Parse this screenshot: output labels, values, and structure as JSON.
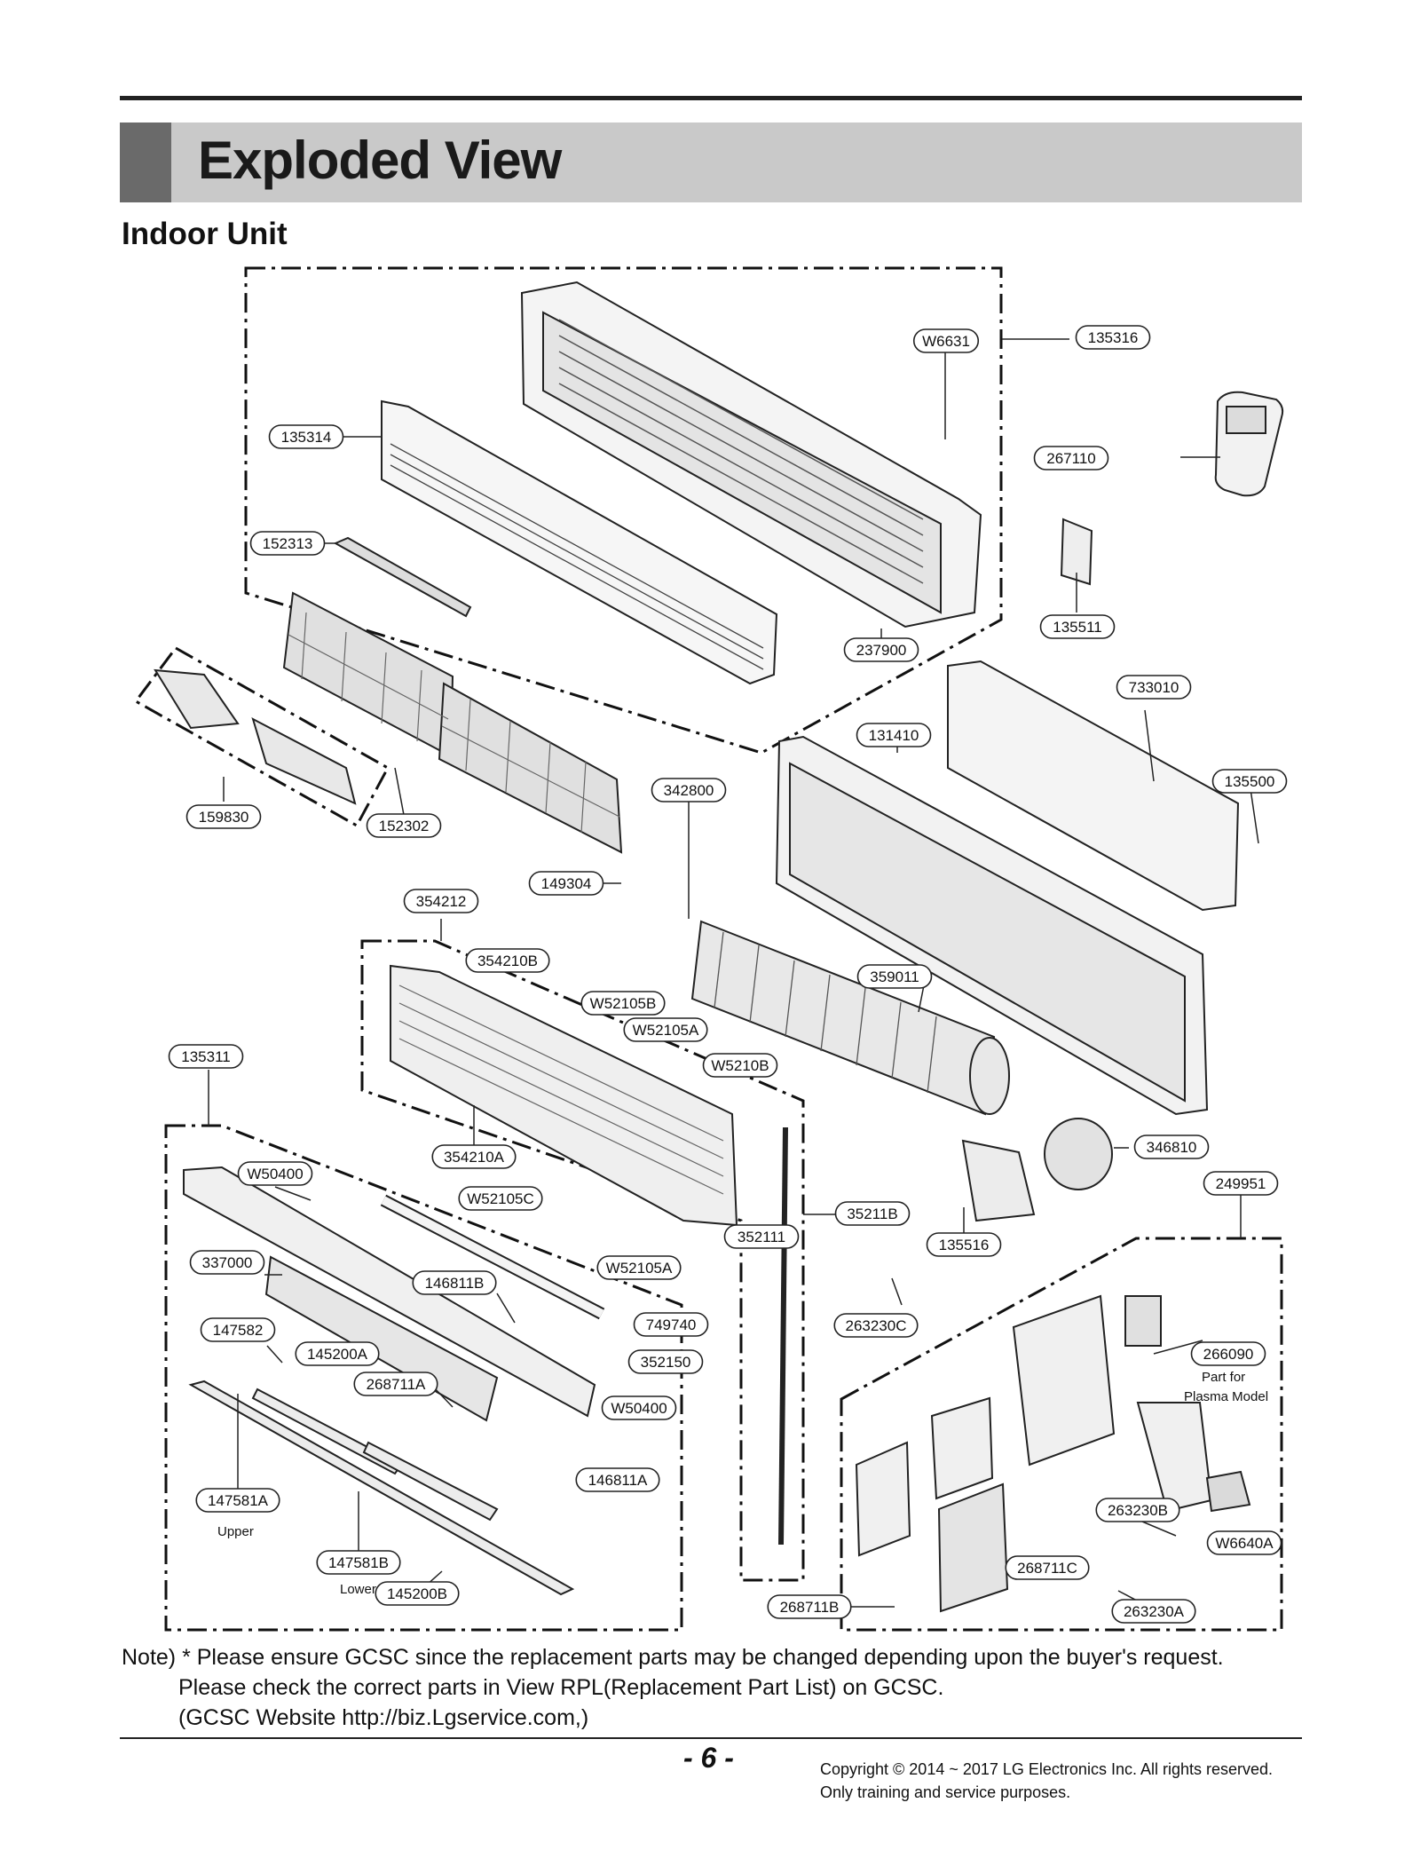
{
  "header": {
    "title": "Exploded View",
    "section": "Indoor Unit"
  },
  "diagram": {
    "part_labels": [
      "W6631",
      "135316",
      "135314",
      "267110",
      "152313",
      "135511",
      "237900",
      "733010",
      "131410",
      "135500",
      "342800",
      "159830",
      "152302",
      "149304",
      "354212",
      "354210B",
      "359011",
      "W52105B",
      "W52105A",
      "135311",
      "W5210B",
      "346810",
      "354210A",
      "249951",
      "W50400",
      "W52105C",
      "35211B",
      "352111",
      "135516",
      "337000",
      "W52105A",
      "146811B",
      "749740",
      "263230C",
      "147582",
      "145200A",
      "352150",
      "266090",
      "268711A",
      "W50400",
      "146811A",
      "147581A",
      "263230B",
      "W6640A",
      "147581B",
      "268711C",
      "145200B",
      "268711B",
      "263230A"
    ],
    "notes": {
      "part_for": "Part for",
      "plasma_model": "Plasma Model",
      "upper": "Upper",
      "lower": "Lower"
    }
  },
  "footer": {
    "note_line1": "Note) * Please ensure GCSC since the replacement parts may be changed depending upon the buyer's request.",
    "note_line2": "Please check  the correct parts in View RPL(Replacement Part List) on GCSC.",
    "note_line3": "(GCSC Website  http://biz.Lgservice.com,)",
    "page_number": "- 6 -",
    "copyright_line1": "Copyright © 2014 ~ 2017 LG Electronics Inc. All rights reserved.",
    "copyright_line2": "Only training and service purposes."
  }
}
